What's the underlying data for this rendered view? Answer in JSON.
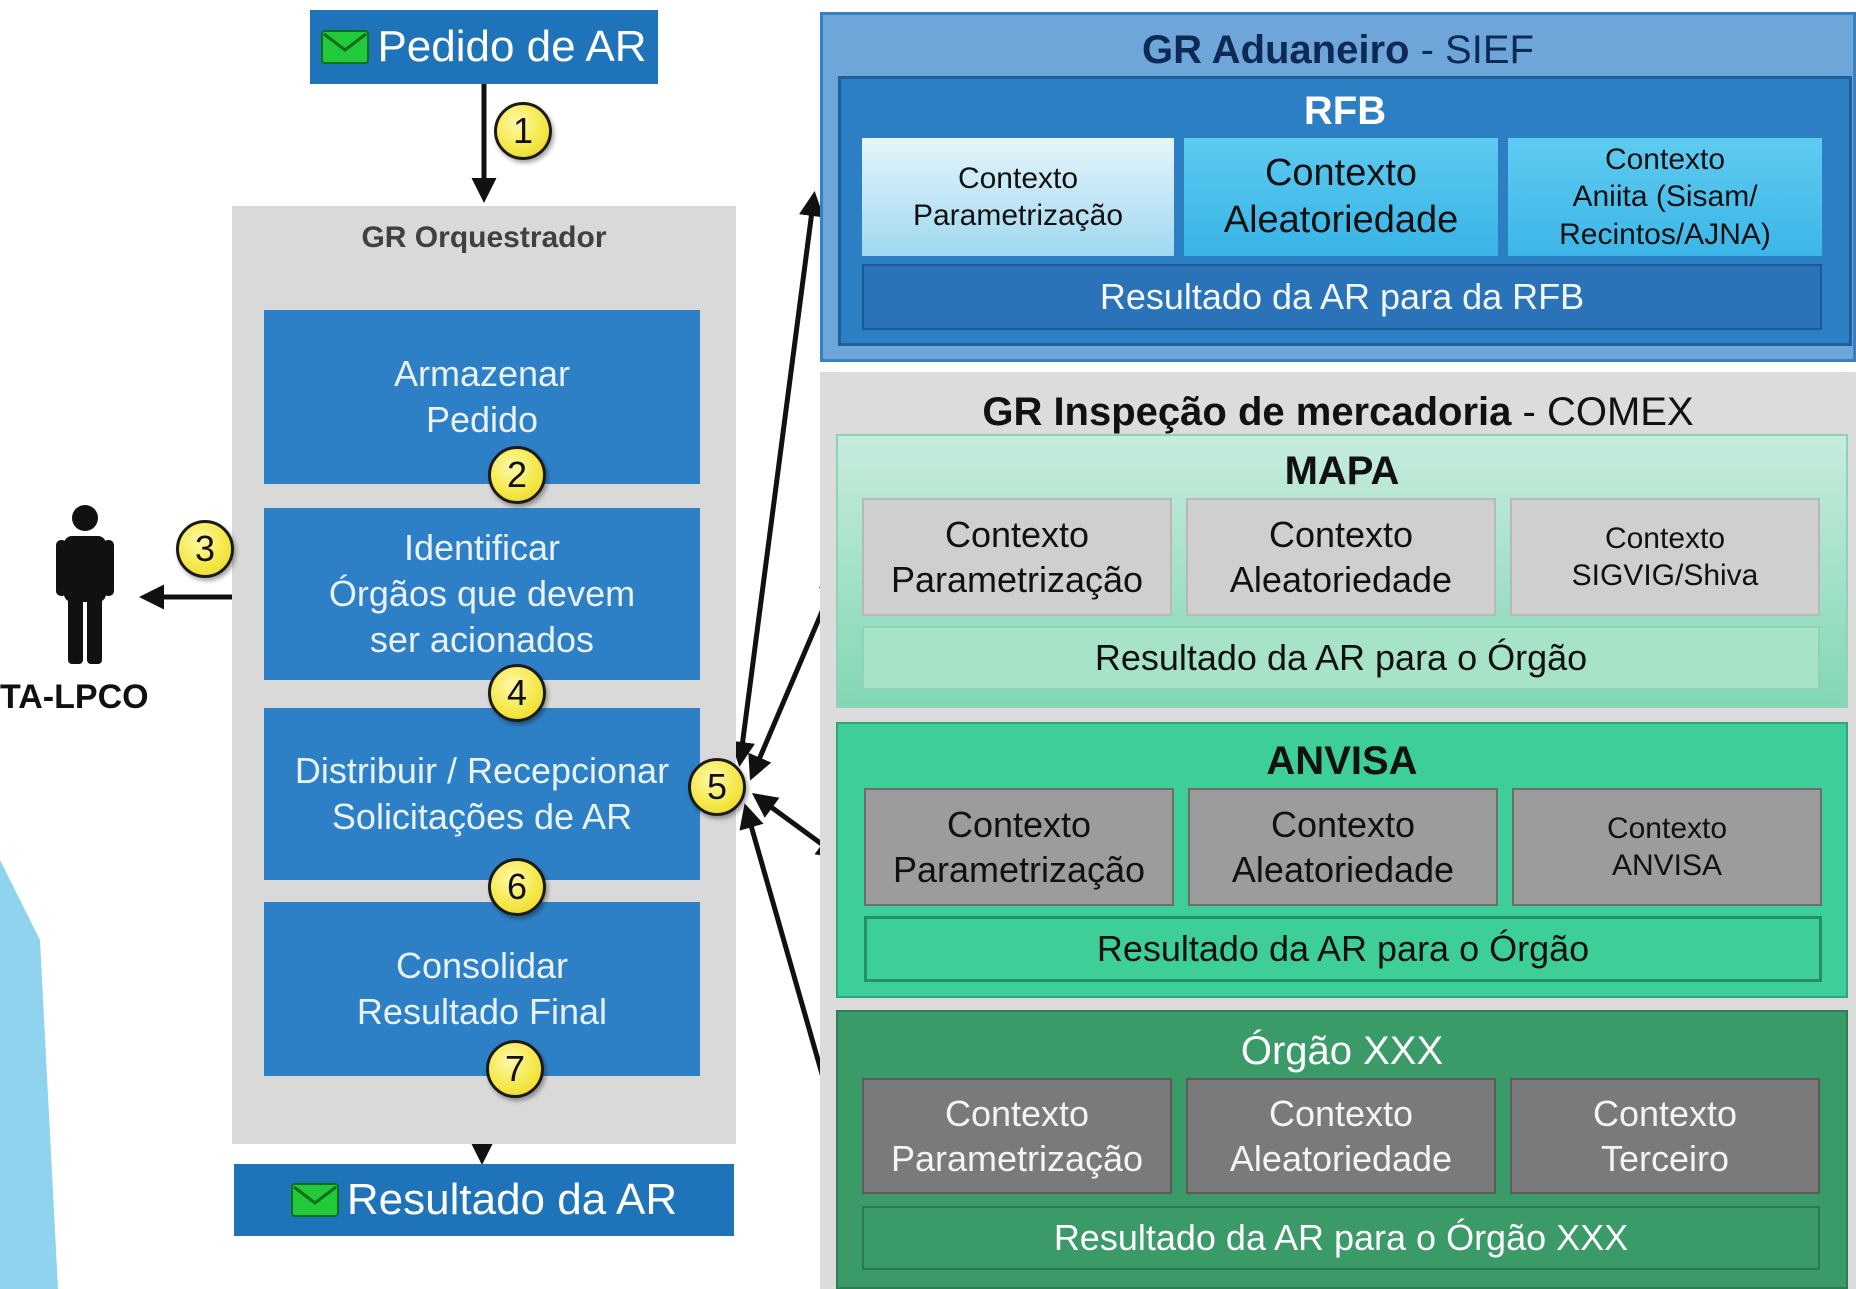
{
  "top_request": {
    "label": "Pedido de AR",
    "icon": "envelope-icon"
  },
  "bottom_result": {
    "label": "Resultado da AR",
    "icon": "envelope-icon"
  },
  "orchestrator": {
    "title": "GR Orquestrador",
    "steps": [
      {
        "lines": [
          "Armazenar",
          "Pedido"
        ]
      },
      {
        "lines": [
          "Identificar",
          "Órgãos que devem",
          "ser acionados"
        ]
      },
      {
        "lines": [
          "Distribuir / Recepcionar",
          "Solicitações de AR"
        ]
      },
      {
        "lines": [
          "Consolidar",
          "Resultado Final"
        ]
      }
    ]
  },
  "step_numbers": [
    "1",
    "2",
    "3",
    "4",
    "5",
    "6",
    "7"
  ],
  "actor": {
    "label": "TA-LPCO",
    "icon": "person-icon"
  },
  "sief_panel": {
    "title_bold": "GR Aduaneiro",
    "title_rest": "- SIEF",
    "group": {
      "title": "RFB",
      "contexts": [
        {
          "lines": [
            "Contexto",
            "Parametrização"
          ]
        },
        {
          "lines": [
            "Contexto",
            "Aleatoriedade"
          ]
        },
        {
          "lines": [
            "Contexto",
            "Aniita (Sisam/",
            "Recintos/AJNA)"
          ]
        }
      ],
      "result": "Resultado da AR para da RFB"
    }
  },
  "comex_panel": {
    "title_bold": "GR Inspeção de mercadoria",
    "title_rest": "- COMEX",
    "groups": [
      {
        "title": "MAPA",
        "contexts": [
          {
            "lines": [
              "Contexto",
              "Parametrização"
            ]
          },
          {
            "lines": [
              "Contexto",
              "Aleatoriedade"
            ]
          },
          {
            "lines": [
              "Contexto",
              "SIGVIG/Shiva"
            ]
          }
        ],
        "result": "Resultado da AR para o Órgão"
      },
      {
        "title": "ANVISA",
        "contexts": [
          {
            "lines": [
              "Contexto",
              "Parametrização"
            ]
          },
          {
            "lines": [
              "Contexto",
              "Aleatoriedade"
            ]
          },
          {
            "lines": [
              "Contexto",
              "ANVISA"
            ]
          }
        ],
        "result": "Resultado da AR para o Órgão"
      },
      {
        "title": "Órgão XXX",
        "contexts": [
          {
            "lines": [
              "Contexto",
              "Parametrização"
            ]
          },
          {
            "lines": [
              "Contexto",
              "Aleatoriedade"
            ]
          },
          {
            "lines": [
              "Contexto",
              "Terceiro"
            ]
          }
        ],
        "result": "Resultado da AR para o Órgão XXX"
      }
    ]
  }
}
